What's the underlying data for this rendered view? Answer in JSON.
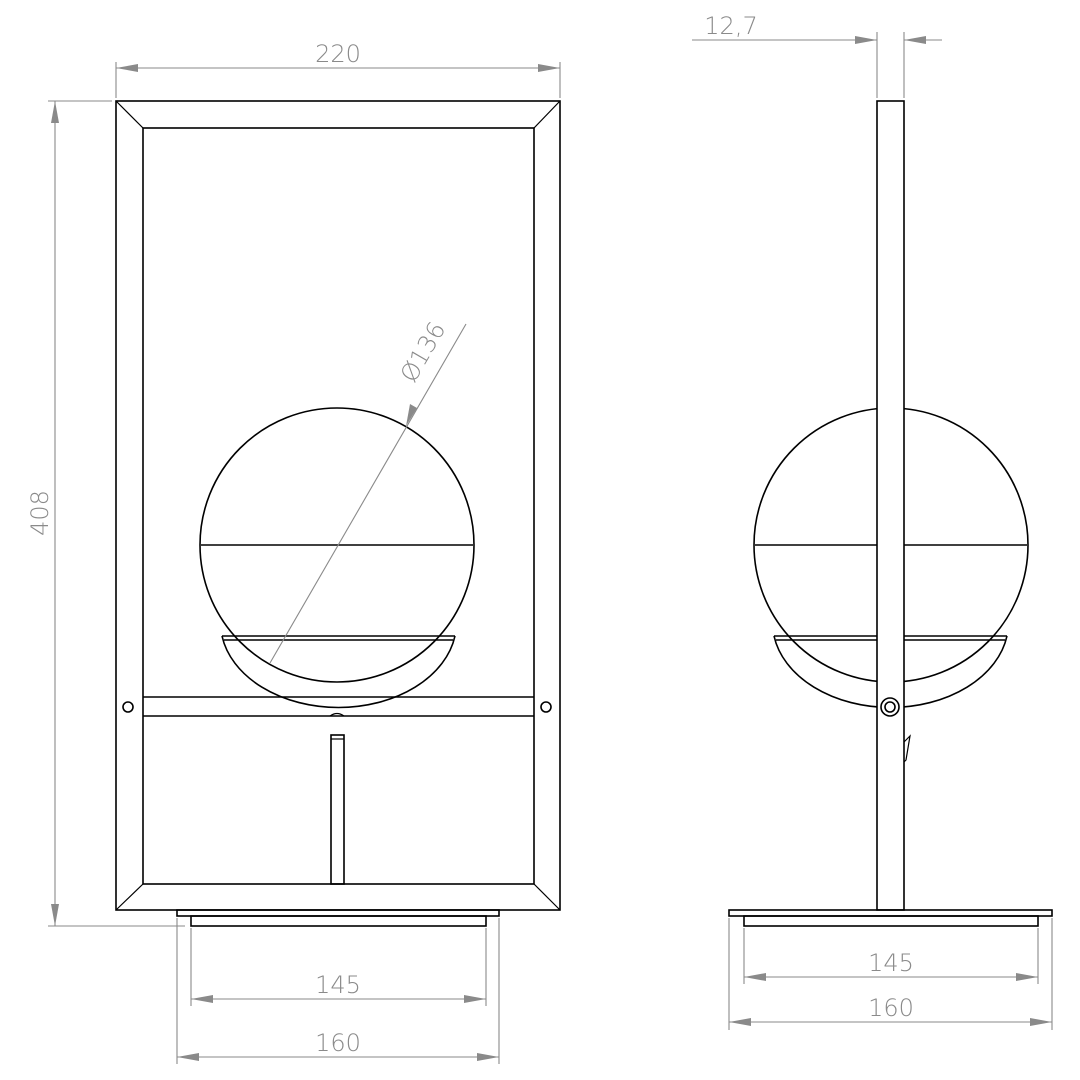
{
  "dimensions": {
    "front_width": "220",
    "front_height": "408",
    "sphere_diameter": "Ø136",
    "front_base_inner": "145",
    "front_base_outer": "160",
    "side_thickness": "12,7",
    "side_base_inner": "145",
    "side_base_outer": "160"
  },
  "colors": {
    "object_line": "#000000",
    "dimension_line": "#8a8a8a",
    "background": "#ffffff"
  }
}
